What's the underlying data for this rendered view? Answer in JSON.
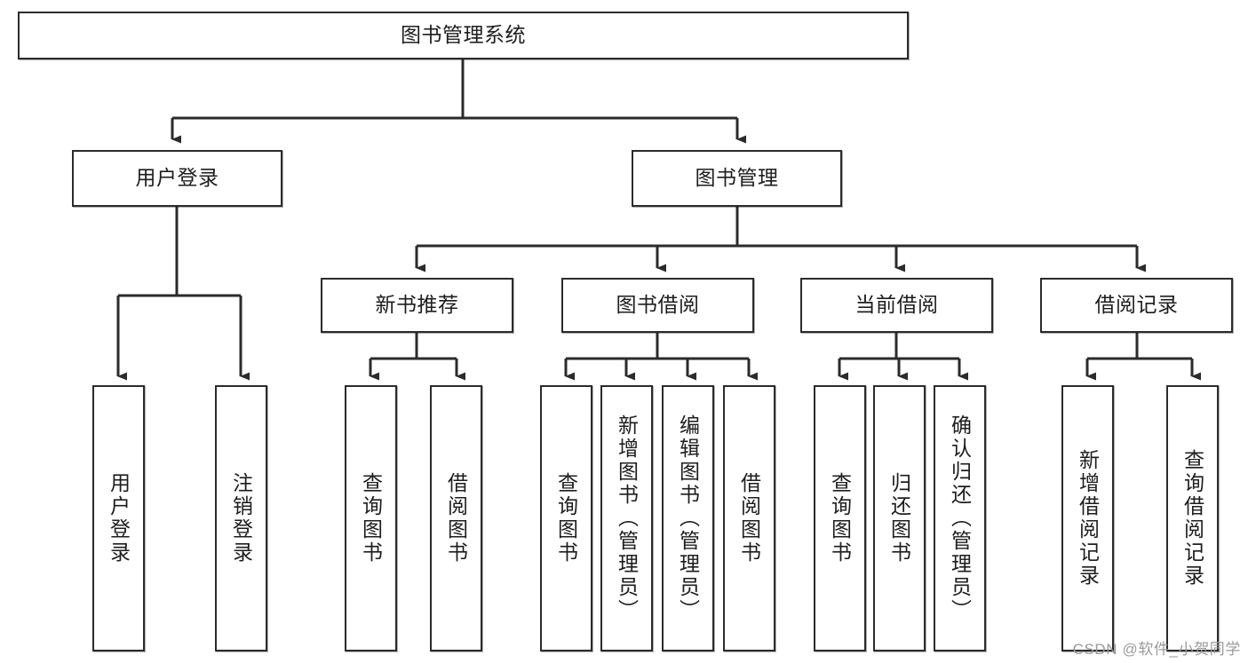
{
  "diagram": {
    "title": "图书管理系统",
    "type": "tree-hierarchy",
    "colors": {
      "box_border": "#2b2b2b",
      "box_fill": "#ffffff",
      "connector": "#2b2b2b",
      "text": "#1d1d1d",
      "watermark": "#9a9a9a"
    },
    "root": {
      "label": "图书管理系统"
    },
    "level1": [
      {
        "label": "用户登录"
      },
      {
        "label": "图书管理"
      }
    ],
    "level2": [
      {
        "label": "新书推荐"
      },
      {
        "label": "图书借阅"
      },
      {
        "label": "当前借阅"
      },
      {
        "label": "借阅记录"
      }
    ],
    "leaves": {
      "user_login": [
        {
          "label": "用户登录"
        },
        {
          "label": "注销登录"
        }
      ],
      "new_book_recommend": [
        {
          "label": "查询图书"
        },
        {
          "label": "借阅图书"
        }
      ],
      "book_borrow": [
        {
          "label": "查询图书"
        },
        {
          "label": "新增图书（管理员）"
        },
        {
          "label": "编辑图书（管理员）"
        },
        {
          "label": "借阅图书"
        }
      ],
      "current_borrow": [
        {
          "label": "查询图书"
        },
        {
          "label": "归还图书"
        },
        {
          "label": "确认归还（管理员）"
        }
      ],
      "borrow_record": [
        {
          "label": "新增借阅记录"
        },
        {
          "label": "查询借阅记录"
        }
      ]
    }
  },
  "watermark": {
    "text": "CSDN @软件_小贺同学"
  }
}
